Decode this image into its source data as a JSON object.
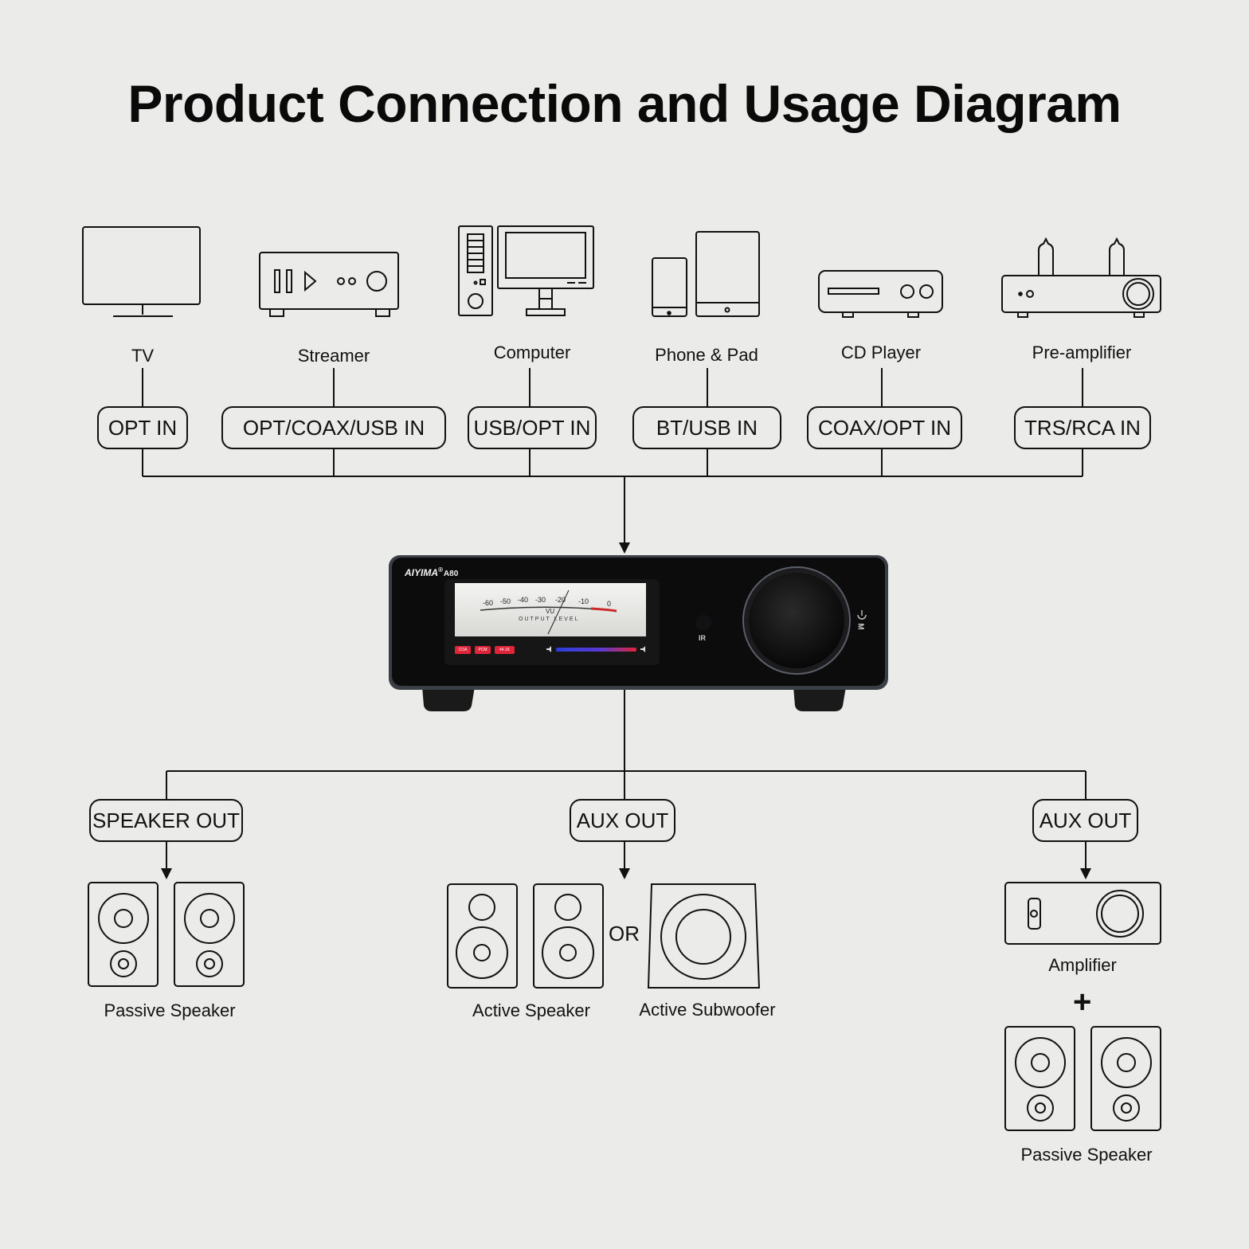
{
  "title": "Product Connection and Usage Diagram",
  "sources": [
    {
      "label": "TV",
      "port": "OPT IN",
      "icon": "tv-icon"
    },
    {
      "label": "Streamer",
      "port": "OPT/COAX/USB IN",
      "icon": "streamer-icon"
    },
    {
      "label": "Computer",
      "port": "USB/OPT IN",
      "icon": "computer-icon"
    },
    {
      "label": "Phone & Pad",
      "port": "BT/USB IN",
      "icon": "phone-pad-icon"
    },
    {
      "label": "CD Player",
      "port": "COAX/OPT IN",
      "icon": "cd-player-icon"
    },
    {
      "label": "Pre-amplifier",
      "port": "TRS/RCA IN",
      "icon": "pre-amplifier-icon"
    }
  ],
  "device": {
    "brand": "AIYIMA",
    "registered": "®",
    "model": "A80",
    "vu_scale": [
      "-60",
      "-50",
      "-40",
      "-30",
      "-20",
      "-10",
      "0"
    ],
    "vu_label": "VU",
    "vu_caption": "OUTPUT LEVEL",
    "badges": [
      "COA",
      "PCM",
      "44.1K"
    ],
    "ir_label": "IR",
    "mode_label": "M"
  },
  "outputs": [
    {
      "port": "SPEAKER OUT",
      "targets": [
        "Passive Speaker"
      ]
    },
    {
      "port": "AUX OUT",
      "targets": [
        "Active Speaker",
        "Active Subwoofer"
      ],
      "joiner": "OR"
    },
    {
      "port": "AUX OUT",
      "targets": [
        "Amplifier",
        "Passive Speaker"
      ],
      "joiner": "+"
    }
  ],
  "colors": {
    "line": "#111111",
    "background": "#ebebe9",
    "device_body": "#111111",
    "vu_red": "#cc2a2a",
    "vu_blue": "#2a3fd8"
  }
}
